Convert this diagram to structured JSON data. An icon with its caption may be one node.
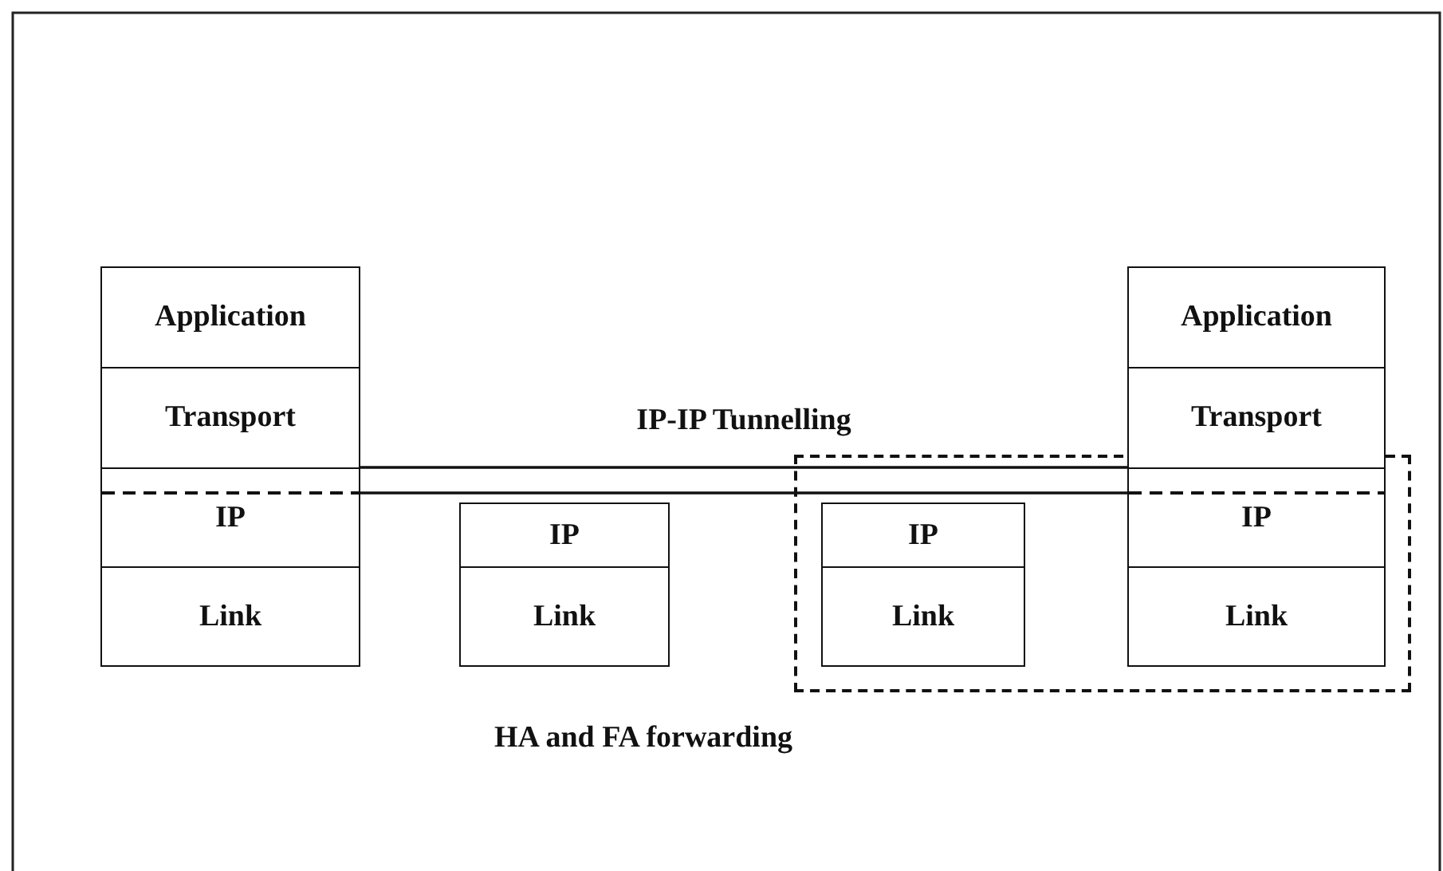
{
  "diagram": {
    "nodes": [
      {
        "text": [
          "Application"
        ]
      },
      {
        "text": [
          "Transport"
        ]
      },
      {
        "text": [
          "IP"
        ]
      },
      {
        "text": [
          "Link"
        ]
      },
      {
        "text": [
          "IP"
        ]
      },
      {
        "text": [
          "Link"
        ]
      },
      {
        "text": [
          "HA and FA forwarding"
        ]
      },
      {
        "text": [
          "IP"
        ],
        "in": 6
      },
      {
        "text": [
          "Link"
        ],
        "in": 6
      },
      {
        "text": [
          "Application"
        ]
      },
      {
        "text": [
          "Transport"
        ]
      },
      {
        "text": [
          "IP"
        ],
        "in": 6
      },
      {
        "text": [
          "Link"
        ],
        "in": 6
      }
    ],
    "edges": [
      {
        "from": 2,
        "to": 11,
        "arrow": "none",
        "label": "IP-IP Tunnelling"
      }
    ]
  }
}
